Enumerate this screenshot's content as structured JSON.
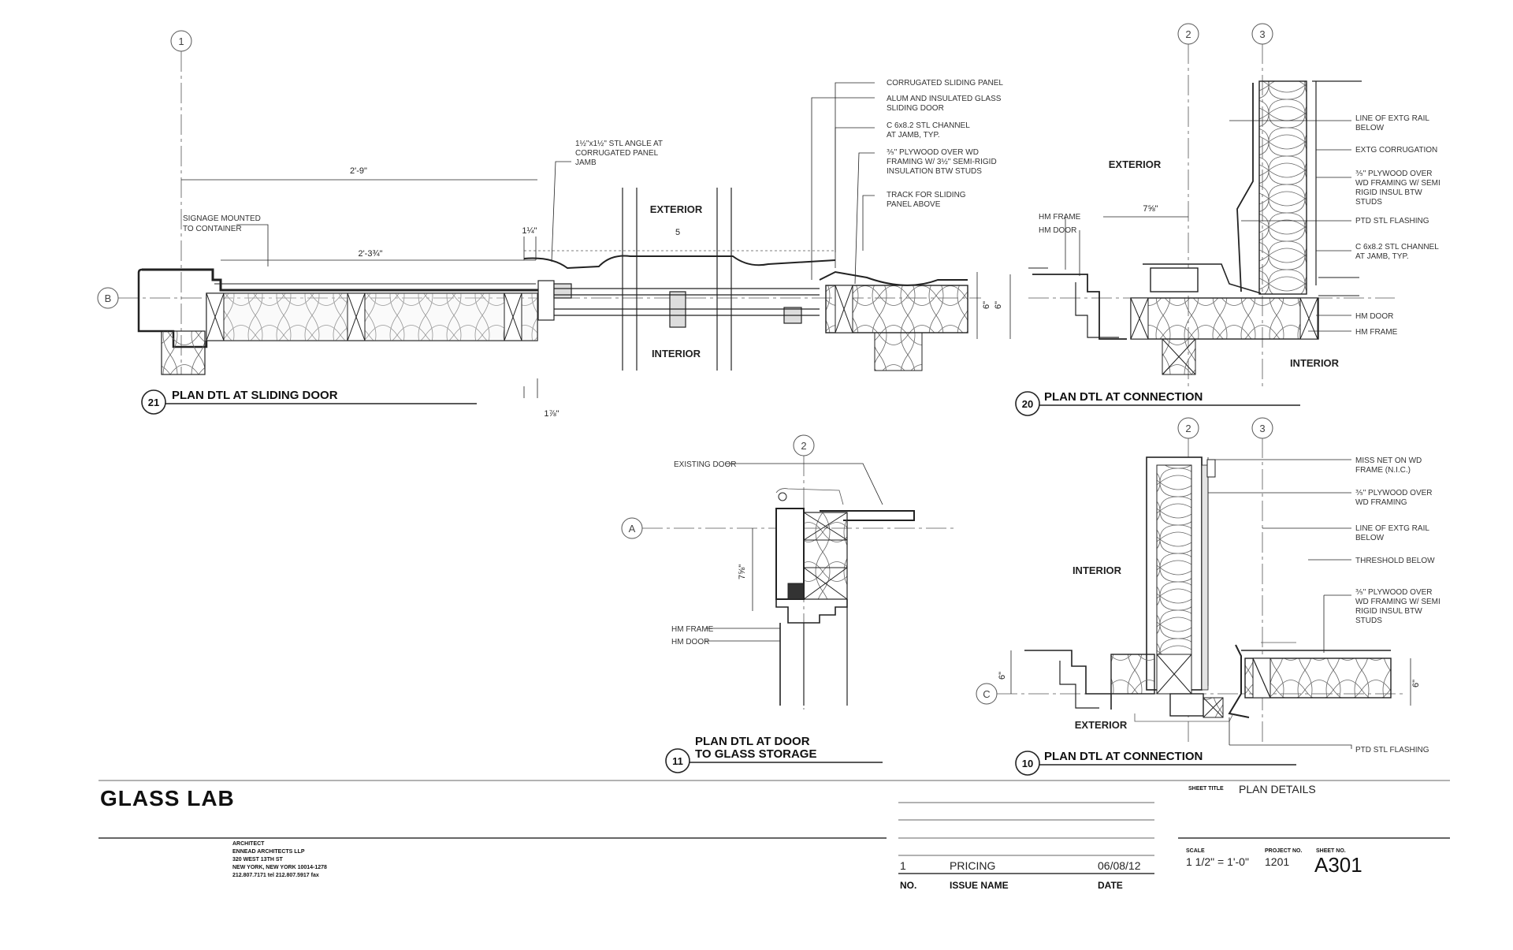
{
  "detail21": {
    "number": "21",
    "title": "PLAN DTL AT SLIDING DOOR",
    "labels": {
      "exterior": "EXTERIOR",
      "interior": "INTERIOR"
    },
    "grid": "1",
    "gridB": "B",
    "dims": {
      "overall": "2'-9\"",
      "inner": "2'-3¾\"",
      "top_small": "1¼\"",
      "bottom_small": "1⅞\"",
      "mark": "5"
    },
    "notes": {
      "signage": [
        "SIGNAGE MOUNTED",
        "TO CONTAINER"
      ],
      "angle": [
        "1½\"x1½\" STL ANGLE AT",
        "CORRUGATED PANEL",
        "JAMB"
      ],
      "corrugated": [
        "CORRUGATED SLIDING PANEL"
      ],
      "alum": [
        "ALUM AND INSULATED GLASS",
        "SLIDING DOOR"
      ],
      "channel": [
        "C 6x8.2 STL CHANNEL",
        "AT JAMB, TYP."
      ],
      "plywood": [
        "⅗\" PLYWOOD OVER WD",
        "FRAMING W/ 3½\" SEMI-RIGID",
        "INSULATION BTW STUDS"
      ],
      "track": [
        "TRACK FOR SLIDING",
        "PANEL ABOVE"
      ]
    },
    "dim_right": "6\""
  },
  "detail20": {
    "number": "20",
    "title": "PLAN DTL AT CONNECTION",
    "grids": [
      "2",
      "3"
    ],
    "labels": {
      "exterior": "EXTERIOR",
      "interior": "INTERIOR"
    },
    "dim": "7⅝\"",
    "left_notes": [
      "HM FRAME",
      "HM DOOR"
    ],
    "right_notes": {
      "rail": [
        "LINE OF EXTG RAIL",
        "BELOW"
      ],
      "corrugation": [
        "EXTG CORRUGATION"
      ],
      "plywood": [
        "⅗\" PLYWOOD OVER",
        "WD FRAMING W/ SEMI",
        "RIGID INSUL BTW",
        "STUDS"
      ],
      "flashing": [
        "PTD STL FLASHING"
      ],
      "channel": [
        "C 6x8.2 STL CHANNEL",
        "AT JAMB, TYP."
      ],
      "hmdoor": [
        "HM DOOR"
      ],
      "hmframe": [
        "HM FRAME"
      ]
    },
    "dim_left": "6\""
  },
  "detail11": {
    "number": "11",
    "title_line1": "PLAN DTL AT DOOR",
    "title_line2": "TO GLASS STORAGE",
    "grid": "2",
    "gridA": "A",
    "existing": "EXISTING DOOR",
    "dim": "7⅝\"",
    "notes": [
      "HM FRAME",
      "HM DOOR"
    ]
  },
  "detail10": {
    "number": "10",
    "title": "PLAN DTL AT CONNECTION",
    "grids": [
      "2",
      "3"
    ],
    "gridC": "C",
    "labels": {
      "interior": "INTERIOR",
      "exterior": "EXTERIOR"
    },
    "dim_left": "6\"",
    "dim_right": "6\"",
    "notes": {
      "miss": [
        "MISS NET ON WD",
        "FRAME (N.I.C.)"
      ],
      "plywood1": [
        "⅗\" PLYWOOD OVER",
        "WD FRAMING"
      ],
      "rail": [
        "LINE OF EXTG RAIL",
        "BELOW"
      ],
      "threshold": [
        "THRESHOLD BELOW"
      ],
      "plywood2": [
        "⅗\" PLYWOOD OVER",
        "WD FRAMING W/ SEMI",
        "RIGID INSUL BTW",
        "STUDS"
      ],
      "flashing": [
        "PTD STL FLASHING"
      ]
    }
  },
  "titleblock": {
    "project": "GLASS LAB",
    "architect_label": "ARCHITECT",
    "architect_lines": [
      "ENNEAD ARCHITECTS LLP",
      "320 WEST 13TH ST",
      "NEW YORK, NEW YORK 10014-1278",
      "212.807.7171 tel  212.807.5917 fax"
    ],
    "issue": {
      "no": "1",
      "name": "PRICING",
      "date": "06/08/12"
    },
    "headers": {
      "no": "NO.",
      "name": "ISSUE NAME",
      "date": "DATE"
    },
    "sheet_title_label": "SHEET TITLE",
    "sheet_title": "PLAN DETAILS",
    "scale_label": "SCALE",
    "scale": "1 1/2\" = 1'-0\"",
    "project_no_label": "PROJECT NO.",
    "project_no": "1201",
    "sheet_no_label": "SHEET NO.",
    "sheet_no": "A301"
  }
}
